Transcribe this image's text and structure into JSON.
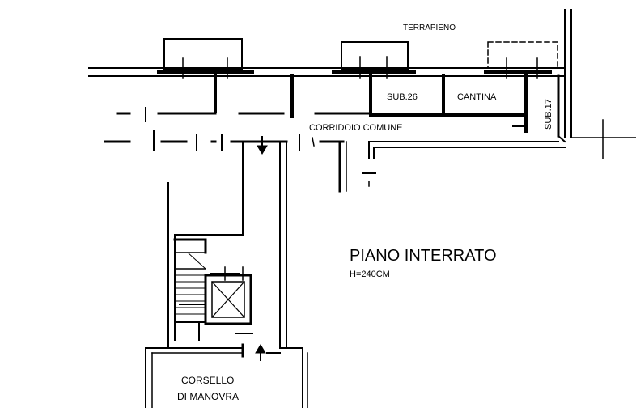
{
  "labels": {
    "terrapieno": "TERRAPIENO",
    "sub26": "SUB.26",
    "cantina": "CANTINA",
    "sub17": "SUB.17",
    "corridoio": "CORRIDOIO COMUNE",
    "piano_title": "PIANO INTERRATO",
    "piano_height": "H=240CM",
    "corsello_line1": "CORSELLO",
    "corsello_line2": "DI MANOVRA"
  },
  "colors": {
    "ink": "#000000",
    "paper": "#ffffff"
  }
}
